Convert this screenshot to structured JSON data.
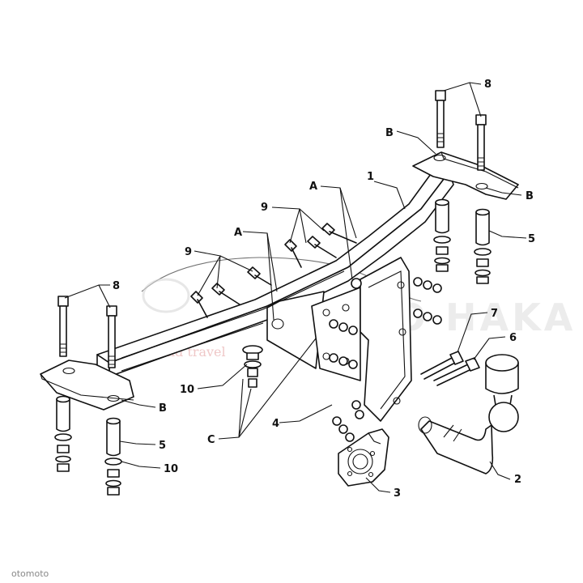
{
  "callouts": {
    "p1": "1",
    "p2": "2",
    "p3": "3",
    "p4": "4",
    "p5a": "5",
    "p5b": "5",
    "p6": "6",
    "p7": "7",
    "p8a": "8",
    "p8b": "8",
    "p9a": "9",
    "p9b": "9",
    "p10a": "10",
    "p10b": "10",
    "A1": "A",
    "A2": "A",
    "B1": "B",
    "B2": "B",
    "B3": "B",
    "C": "C"
  },
  "watermark": {
    "brand": "AUTO HAKA",
    "tagline": "hitch and travel"
  },
  "credit": "otomoto"
}
